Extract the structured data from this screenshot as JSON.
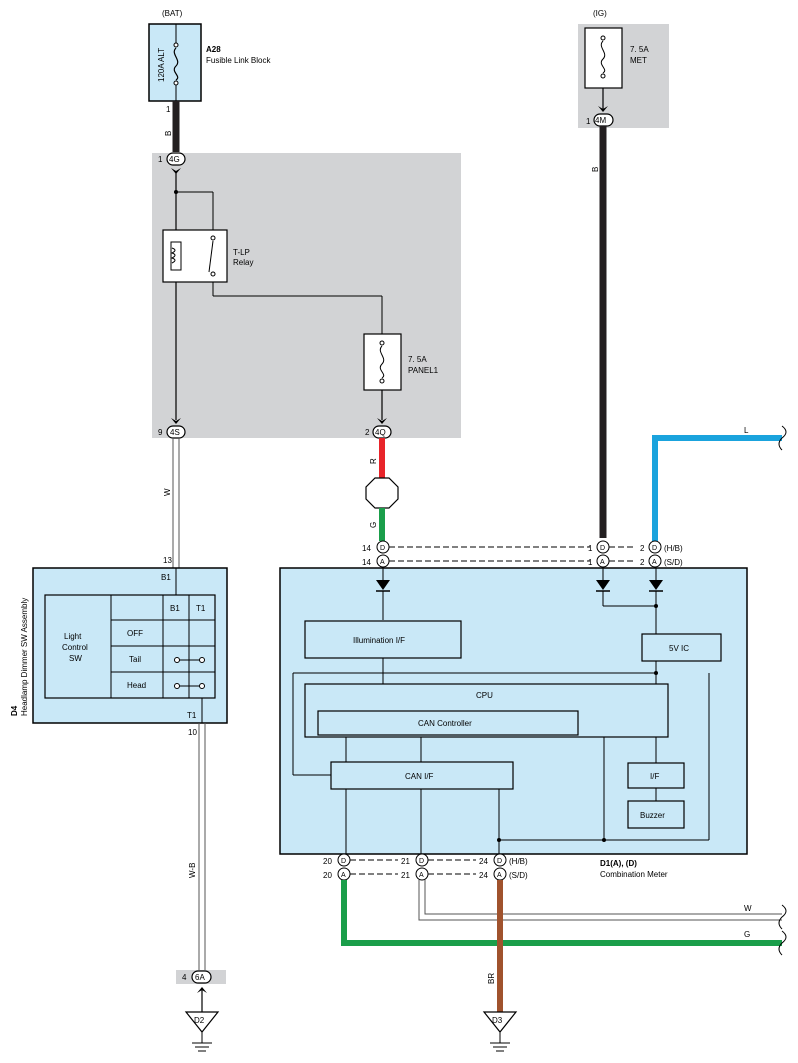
{
  "colors": {
    "relay_box_gray": "#d2d3d5",
    "component_blue": "#c9e8f7",
    "wire_black": "#231f20",
    "wire_red": "#e8242a",
    "wire_green": "#1a9e4a",
    "wire_blue": "#1aa3dd",
    "wire_brown": "#a0522d",
    "wire_white_outline": "#555555"
  },
  "top": {
    "bat_label": "(BAT)",
    "ig_label": "(IG)",
    "alt_fuse_rating": "120A ALT",
    "alt_fuse_ref": "A28",
    "alt_fuse_name": "Fusible Link Block",
    "met_fuse_rating": "7. 5A",
    "met_fuse_name": "MET",
    "pin_a28": "1",
    "pin_met": "1",
    "conn_met": "4M",
    "wire_b1": "B",
    "wire_b2": "B"
  },
  "relay_block": {
    "pin_4g": "1",
    "conn_4g": "4G",
    "relay_name": "T-LP",
    "relay_sub": "Relay",
    "panel_fuse_rating": "7. 5A",
    "panel_fuse_name": "PANEL1",
    "pin_4s": "9",
    "conn_4s": "4S",
    "pin_4q": "2",
    "conn_4q": "4Q"
  },
  "wires": {
    "w_white": "W",
    "w_red": "R",
    "w_green": "G",
    "w_blue": "L",
    "w_wb": "W-B",
    "w_br": "BR",
    "w_right_white": "W",
    "w_right_green": "G"
  },
  "meter_top_connectors": {
    "pin14": "14",
    "pin14b": "14",
    "pin1": "1",
    "pin1b": "1",
    "pin2": "2",
    "pin2b": "2",
    "D": "D",
    "A": "A",
    "hb": "(H/B)",
    "sd": "(S/D)"
  },
  "meter": {
    "illum": "Illumination I/F",
    "ic": "5V IC",
    "cpu": "CPU",
    "can_ctrl": "CAN Controller",
    "can_if": "CAN I/F",
    "io": "I/F",
    "buzzer": "Buzzer",
    "ref": "D1(A), (D)",
    "name": "Combination Meter"
  },
  "meter_bottom_connectors": {
    "pin20": "20",
    "pin20b": "20",
    "pin21": "21",
    "pin21b": "21",
    "pin24": "24",
    "pin24b": "24",
    "hb": "(H/B)",
    "sd": "(S/D)"
  },
  "switch": {
    "pin13": "13",
    "b1_label": "B1",
    "col_b1": "B1",
    "col_t1": "T1",
    "sw_name": "Light Control SW",
    "sw_line1": "Light",
    "sw_line2": "Control",
    "sw_line3": "SW",
    "row_off": "OFF",
    "row_tail": "Tail",
    "row_head": "Head",
    "t1_label": "T1",
    "pin10": "10",
    "ref": "D4",
    "name": "Headlamp Dimmer SW Assembly"
  },
  "ground": {
    "pin4": "4",
    "conn_6a": "6A",
    "d2": "D2",
    "d3": "D3"
  }
}
